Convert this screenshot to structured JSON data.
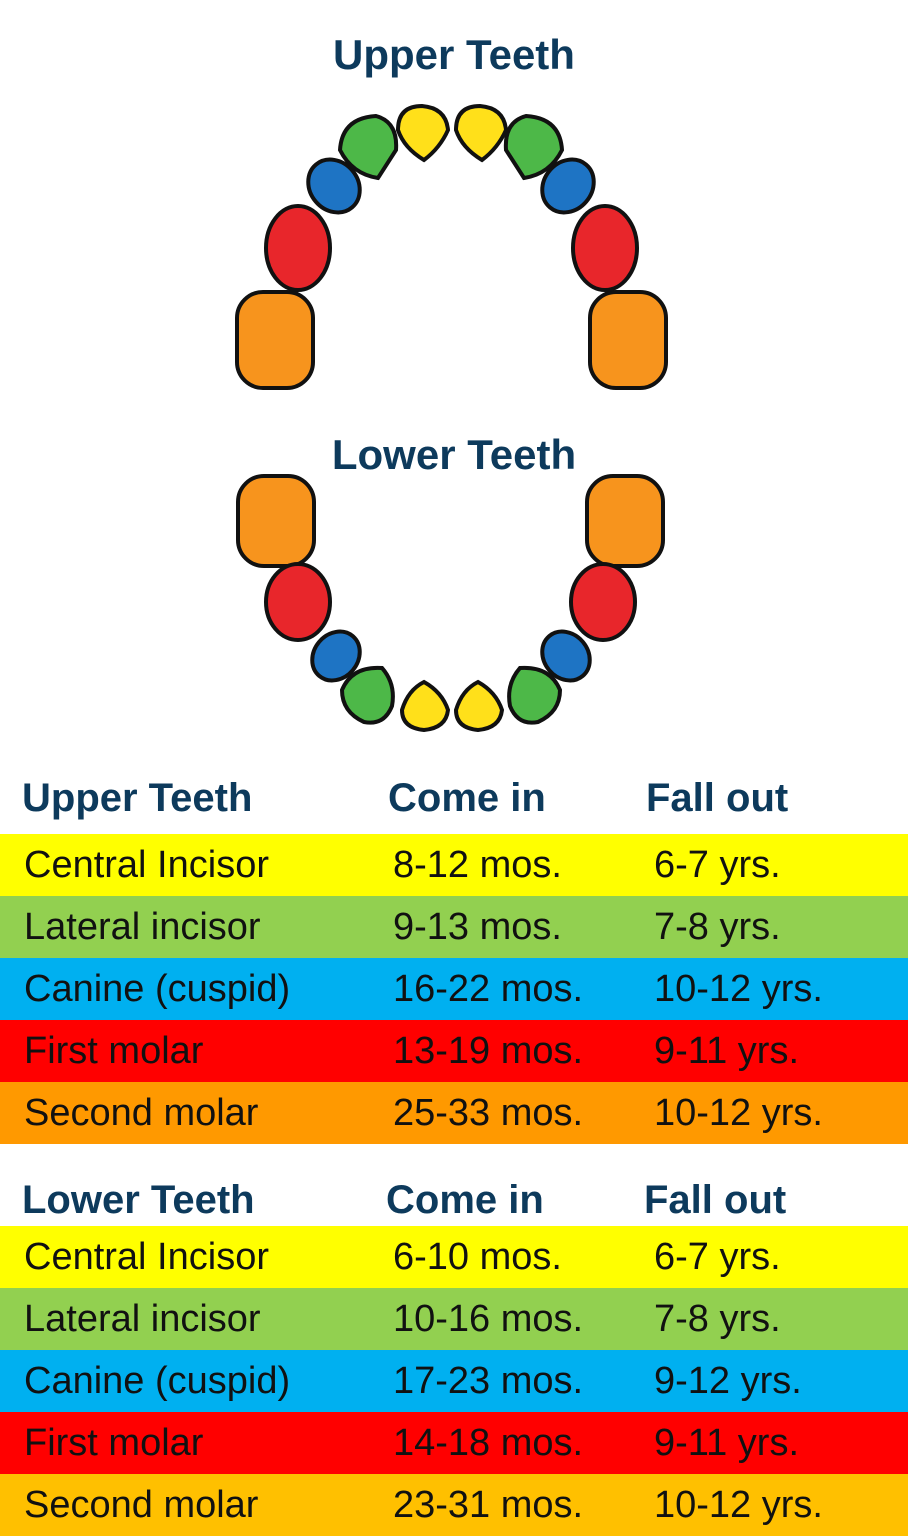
{
  "colors": {
    "title": "#0d3a5c",
    "central_incisor": "#ffff00",
    "lateral_incisor": "#92d050",
    "canine": "#00b0f0",
    "first_molar": "#ff0000",
    "second_molar_upper": "#ff9900",
    "second_molar_lower": "#ffc000",
    "tooth_central": "#ffe01a",
    "tooth_lateral": "#4db848",
    "tooth_canine": "#1e74c4",
    "tooth_first_molar": "#e8262b",
    "tooth_second_molar": "#f7941d",
    "outline": "#111111"
  },
  "diagram": {
    "upper_title": "Upper Teeth",
    "lower_title": "Lower Teeth"
  },
  "upper_table": {
    "headers": [
      "Upper Teeth",
      "Come in",
      "Fall out"
    ],
    "rows": [
      {
        "tooth": "Central Incisor",
        "come_in": "8-12 mos.",
        "fall_out": "6-7 yrs."
      },
      {
        "tooth": "Lateral incisor",
        "come_in": "9-13 mos.",
        "fall_out": "7-8 yrs."
      },
      {
        "tooth": "Canine (cuspid)",
        "come_in": "16-22 mos.",
        "fall_out": "10-12 yrs."
      },
      {
        "tooth": "First molar",
        "come_in": "13-19 mos.",
        "fall_out": "9-11 yrs."
      },
      {
        "tooth": "Second molar",
        "come_in": "25-33 mos.",
        "fall_out": "10-12 yrs."
      }
    ]
  },
  "lower_table": {
    "headers": [
      "Lower Teeth",
      "Come in",
      "Fall out"
    ],
    "rows": [
      {
        "tooth": "Central Incisor",
        "come_in": "6-10 mos.",
        "fall_out": "6-7 yrs."
      },
      {
        "tooth": "Lateral incisor",
        "come_in": "10-16 mos.",
        "fall_out": "7-8 yrs."
      },
      {
        "tooth": "Canine (cuspid)",
        "come_in": "17-23 mos.",
        "fall_out": "9-12 yrs."
      },
      {
        "tooth": "First molar",
        "come_in": "14-18 mos.",
        "fall_out": "9-11 yrs."
      },
      {
        "tooth": "Second molar",
        "come_in": "23-31 mos.",
        "fall_out": "10-12 yrs."
      }
    ]
  }
}
